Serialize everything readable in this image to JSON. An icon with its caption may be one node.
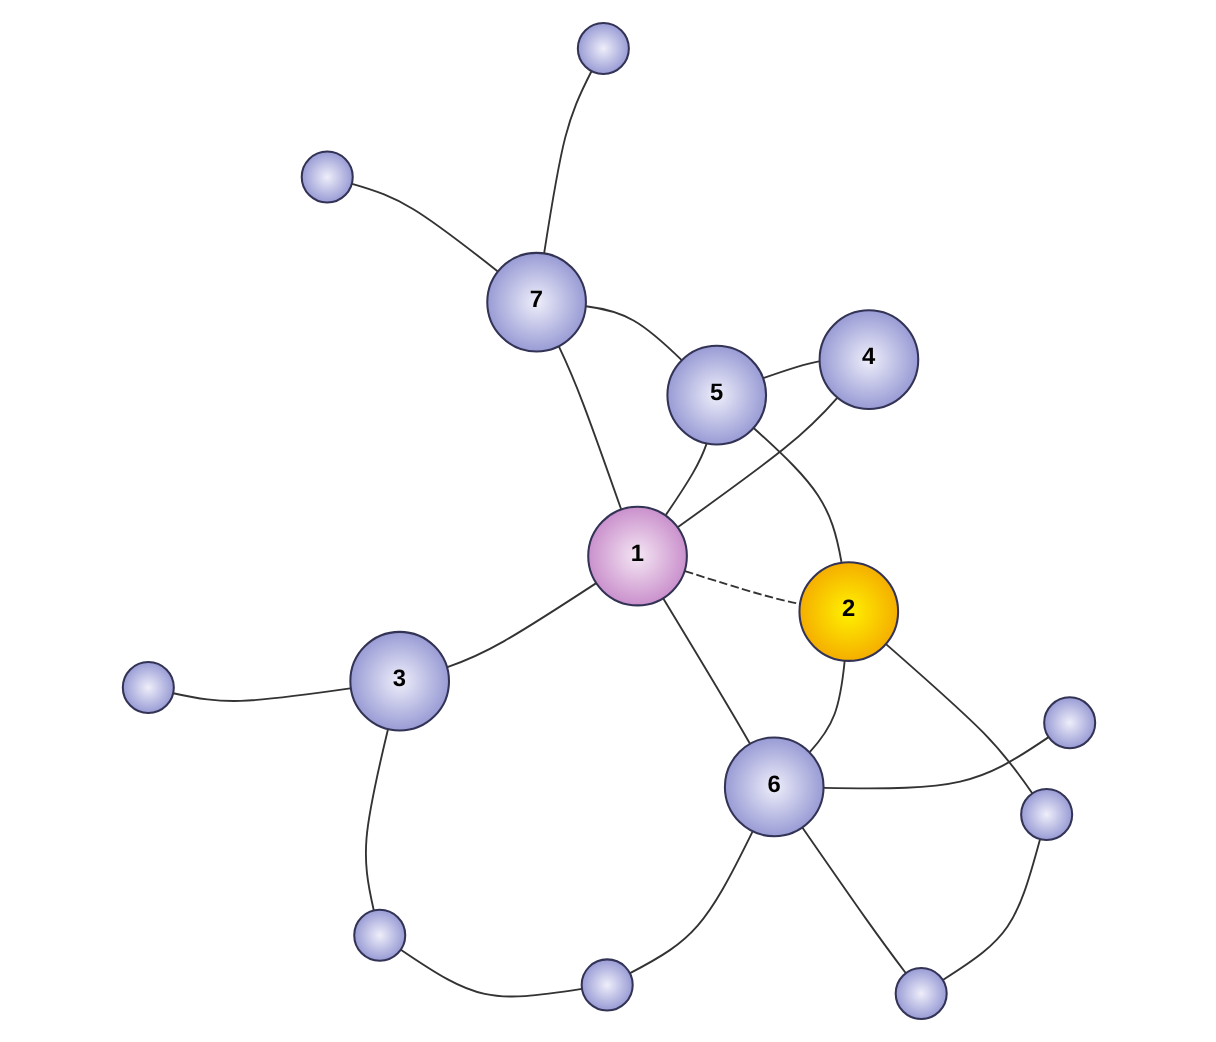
{
  "diagram": {
    "nodes": [
      {
        "text": [],
        "shape": "circle"
      },
      {
        "text": [],
        "shape": "circle"
      },
      {
        "text": [],
        "shape": "circle"
      },
      {
        "text": [],
        "shape": "circle"
      },
      {
        "text": [
          "7"
        ]
      },
      {
        "text": [
          "3"
        ]
      },
      {
        "text": [
          "4"
        ]
      },
      {
        "text": [],
        "shape": "circle"
      },
      {
        "text": [
          "1"
        ]
      },
      {
        "text": [
          "6"
        ]
      },
      {
        "text": [],
        "shape": "circle"
      },
      {
        "text": [
          "5"
        ]
      },
      {
        "text": [],
        "shape": "circle"
      },
      {
        "text": [
          "2"
        ]
      },
      {
        "text": [],
        "shape": "circle"
      }
    ],
    "edges": [
      {
        "from": 4,
        "to": 0,
        "arrow": "none"
      },
      {
        "from": 4,
        "to": 1,
        "arrow": "none"
      },
      {
        "from": 5,
        "to": 2,
        "arrow": "none"
      },
      {
        "from": 5,
        "to": 3,
        "arrow": "none"
      },
      {
        "from": 3,
        "to": 7,
        "arrow": "none"
      },
      {
        "from": 7,
        "to": 9,
        "arrow": "none"
      },
      {
        "from": 9,
        "to": 10,
        "arrow": "none"
      },
      {
        "from": 8,
        "to": 4,
        "arrow": "none"
      },
      {
        "from": 8,
        "to": 5,
        "arrow": "none"
      },
      {
        "from": 8,
        "to": 6,
        "arrow": "none"
      },
      {
        "from": 8,
        "to": 9,
        "arrow": "none"
      },
      {
        "from": 8,
        "to": 11,
        "arrow": "none"
      },
      {
        "from": 8,
        "to": 13,
        "arrow": "none",
        "style": "dashed"
      },
      {
        "from": 6,
        "to": 11,
        "arrow": "none"
      },
      {
        "from": 4,
        "to": 11,
        "arrow": "none"
      },
      {
        "from": 11,
        "to": 13,
        "arrow": "none"
      },
      {
        "from": 9,
        "to": 13,
        "arrow": "none"
      },
      {
        "from": 9,
        "to": 12,
        "arrow": "none"
      },
      {
        "from": 12,
        "to": 14,
        "arrow": "none"
      },
      {
        "from": 13,
        "to": 14,
        "arrow": "none"
      }
    ]
  }
}
